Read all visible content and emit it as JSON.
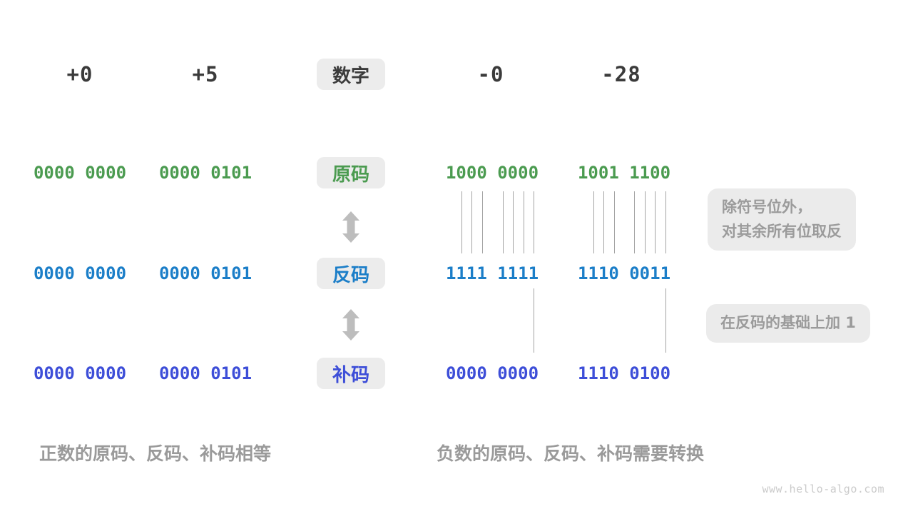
{
  "header": {
    "values": [
      "+0",
      "+5",
      "-0",
      "-28"
    ],
    "label": "数字"
  },
  "rows": [
    {
      "label": "原码",
      "color": "#4b9b50",
      "values": [
        "0000 0000",
        "0000 0101",
        "1000 0000",
        "1001 1100"
      ]
    },
    {
      "label": "反码",
      "color": "#1b7ec8",
      "values": [
        "0000 0000",
        "0000 0101",
        "1111 1111",
        "1110 0011"
      ]
    },
    {
      "label": "补码",
      "color": "#3d4ed8",
      "values": [
        "0000 0000",
        "0000 0101",
        "0000 0000",
        "1110 0100"
      ]
    }
  ],
  "annotations": {
    "invert_note": "除符号位外，\n对其余所有位取反",
    "add_one_note": "在反码的基础上加 1"
  },
  "captions": {
    "positive": "正数的原码、反码、补码相等",
    "negative": "负数的原码、反码、补码需要转换"
  },
  "watermark": "www.hello-algo.com",
  "colors": {
    "sign_magnitude_green": "#4b9b50",
    "ones_complement_blue": "#1b7ec8",
    "twos_complement_indigo": "#3d4ed8",
    "header_text": "#3b3b3b",
    "tag_background": "#ececec",
    "note_background": "#ebebeb",
    "note_text": "#9b9b9b",
    "connector_line": "#a3a3a3",
    "arrow_grey": "#bdbdbd",
    "caption_text": "#9a9a9a",
    "watermark_text": "#cbcbcb"
  },
  "icons": {
    "transform_arrow": "updown-arrow"
  }
}
